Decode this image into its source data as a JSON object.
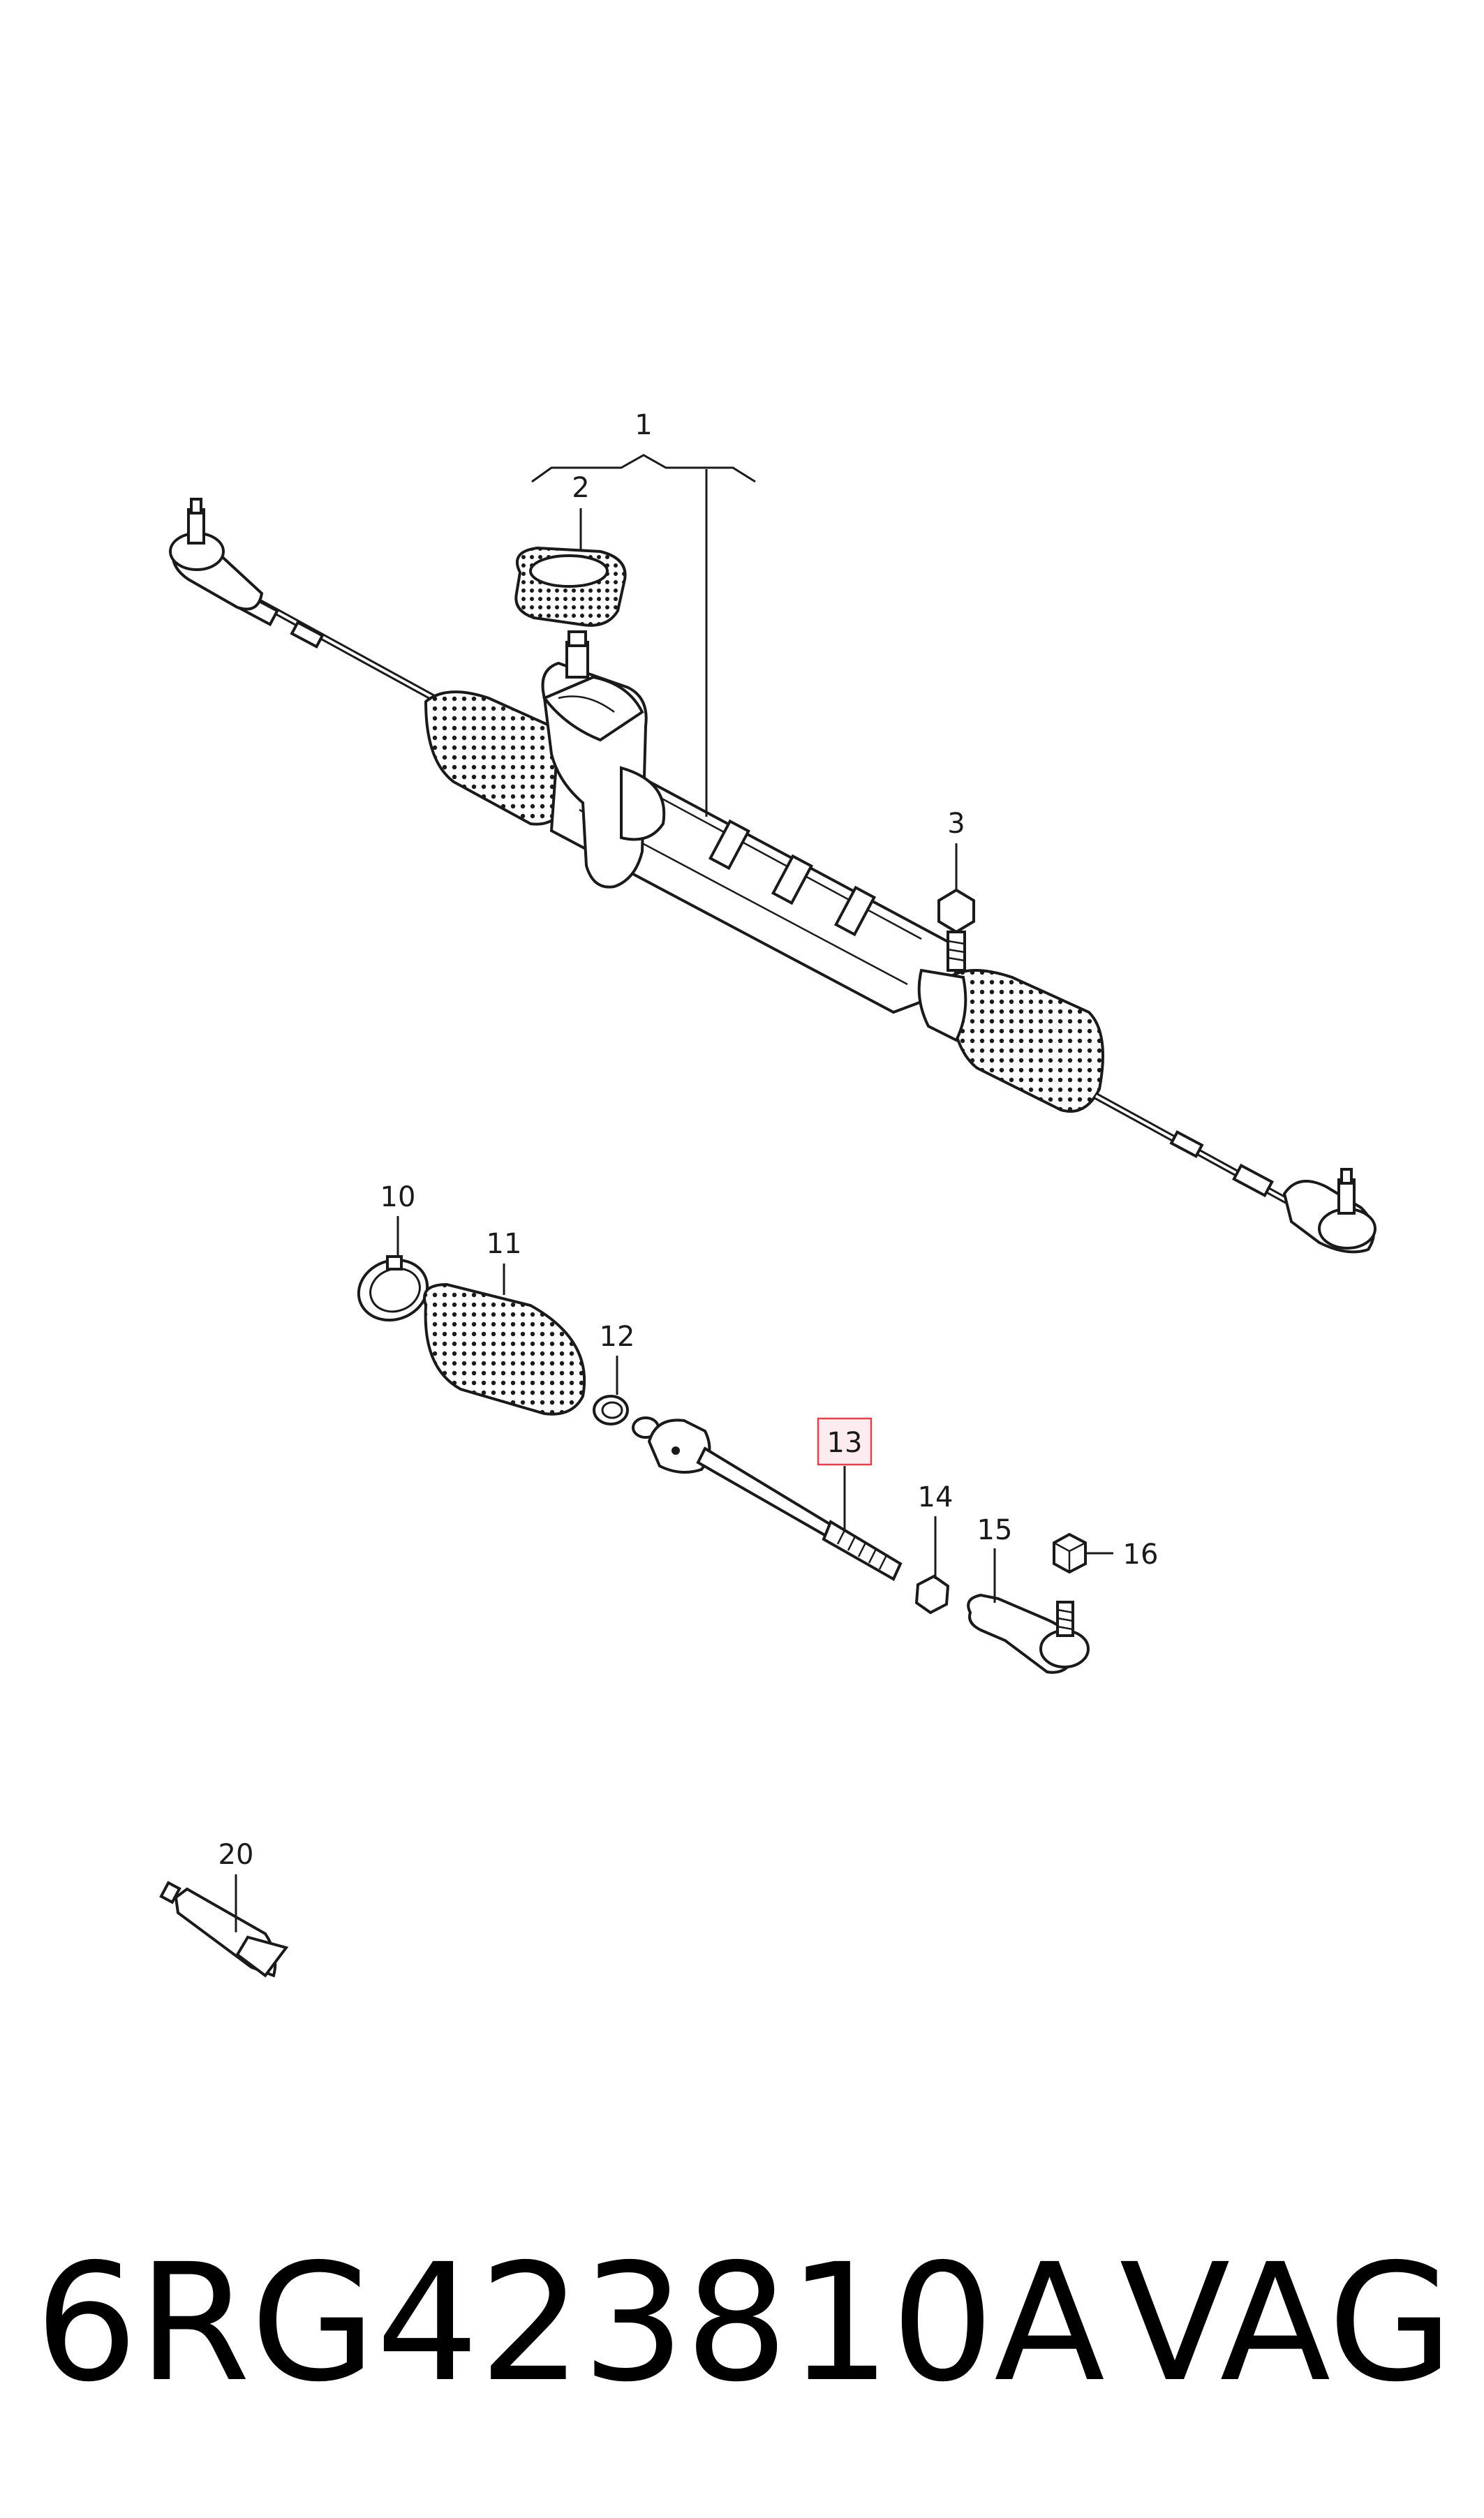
{
  "callouts": [
    {
      "id": "1",
      "label": "1"
    },
    {
      "id": "2",
      "label": "2"
    },
    {
      "id": "3",
      "label": "3"
    },
    {
      "id": "10",
      "label": "10"
    },
    {
      "id": "11",
      "label": "11"
    },
    {
      "id": "12",
      "label": "12"
    },
    {
      "id": "13",
      "label": "13",
      "highlighted": true
    },
    {
      "id": "14",
      "label": "14"
    },
    {
      "id": "15",
      "label": "15"
    },
    {
      "id": "16",
      "label": "16"
    },
    {
      "id": "20",
      "label": "20"
    }
  ],
  "footer": {
    "part_number": "6RG423810A",
    "brand": "VAG"
  },
  "colors": {
    "line": "#1a1a1a",
    "highlight_fill": "#fdecef",
    "highlight_border": "#e0434f"
  }
}
